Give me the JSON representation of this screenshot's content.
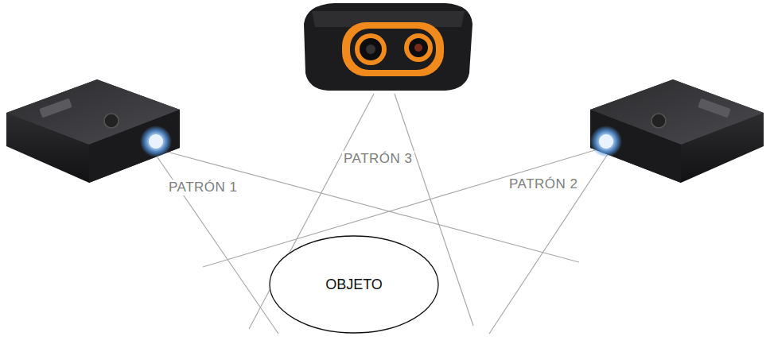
{
  "diagram": {
    "nodes": [
      {
        "text": [
          "OBJETO"
        ]
      }
    ],
    "labels": [
      "PATRÓN 3",
      "PATRÓN 2",
      "PATRÓN 1"
    ]
  }
}
